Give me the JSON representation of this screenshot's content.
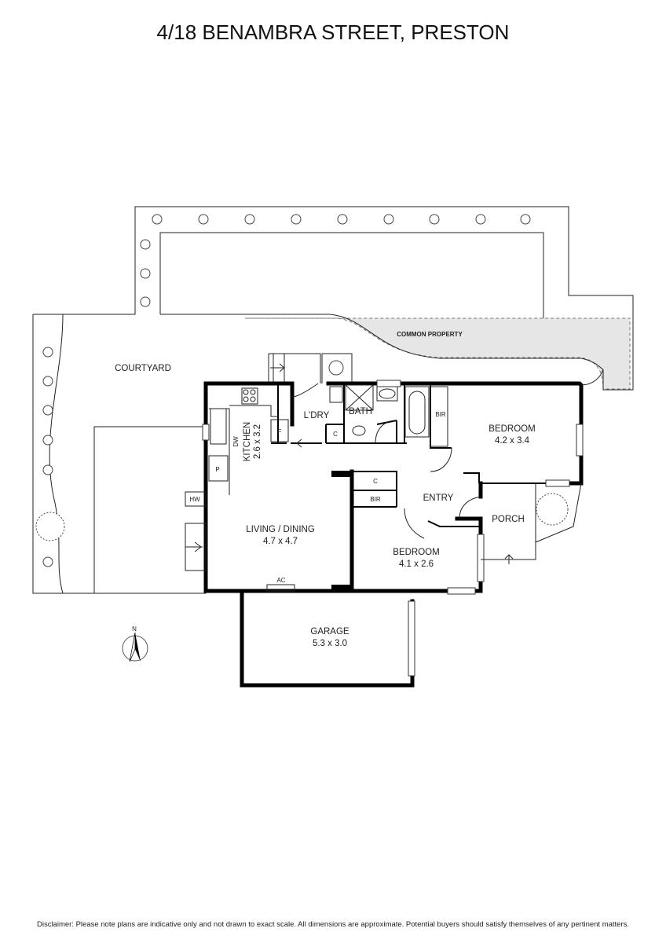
{
  "title": "4/18 BENAMBRA STREET, PRESTON",
  "disclaimer": "Disclaimer: Please note plans are indicative only and not drawn to exact scale. All dimensions are approximate. Potential buyers should satisfy themselves of any pertinent matters.",
  "colors": {
    "common_property_fill": "#e6e6e6",
    "walls": "#000000"
  },
  "areas": {
    "courtyard": "COURTYARD",
    "common_property": "COMMON PROPERTY"
  },
  "rooms": {
    "kitchen": {
      "name": "KITCHEN",
      "size": "2.6 x 3.2"
    },
    "laundry": {
      "name": "L'DRY"
    },
    "bath": {
      "name": "BATH"
    },
    "bedroom1": {
      "name": "BEDROOM",
      "size": "4.2 x 3.4"
    },
    "entry": {
      "name": "ENTRY"
    },
    "porch": {
      "name": "PORCH"
    },
    "bedroom2": {
      "name": "BEDROOM",
      "size": "4.1 x 2.6"
    },
    "living": {
      "name": "LIVING / DINING",
      "size": "4.7 x 4.7"
    },
    "garage": {
      "name": "GARAGE",
      "size": "5.3 x 3.0"
    }
  },
  "fixtures": {
    "bir1": "BIR",
    "bir2": "BIR",
    "cupboard1": "C",
    "cupboard2": "C",
    "fridge": "F",
    "pantry": "P",
    "dishwasher": "DW",
    "hot_water": "HW",
    "air_con": "AC"
  },
  "compass": {
    "north": "N"
  }
}
